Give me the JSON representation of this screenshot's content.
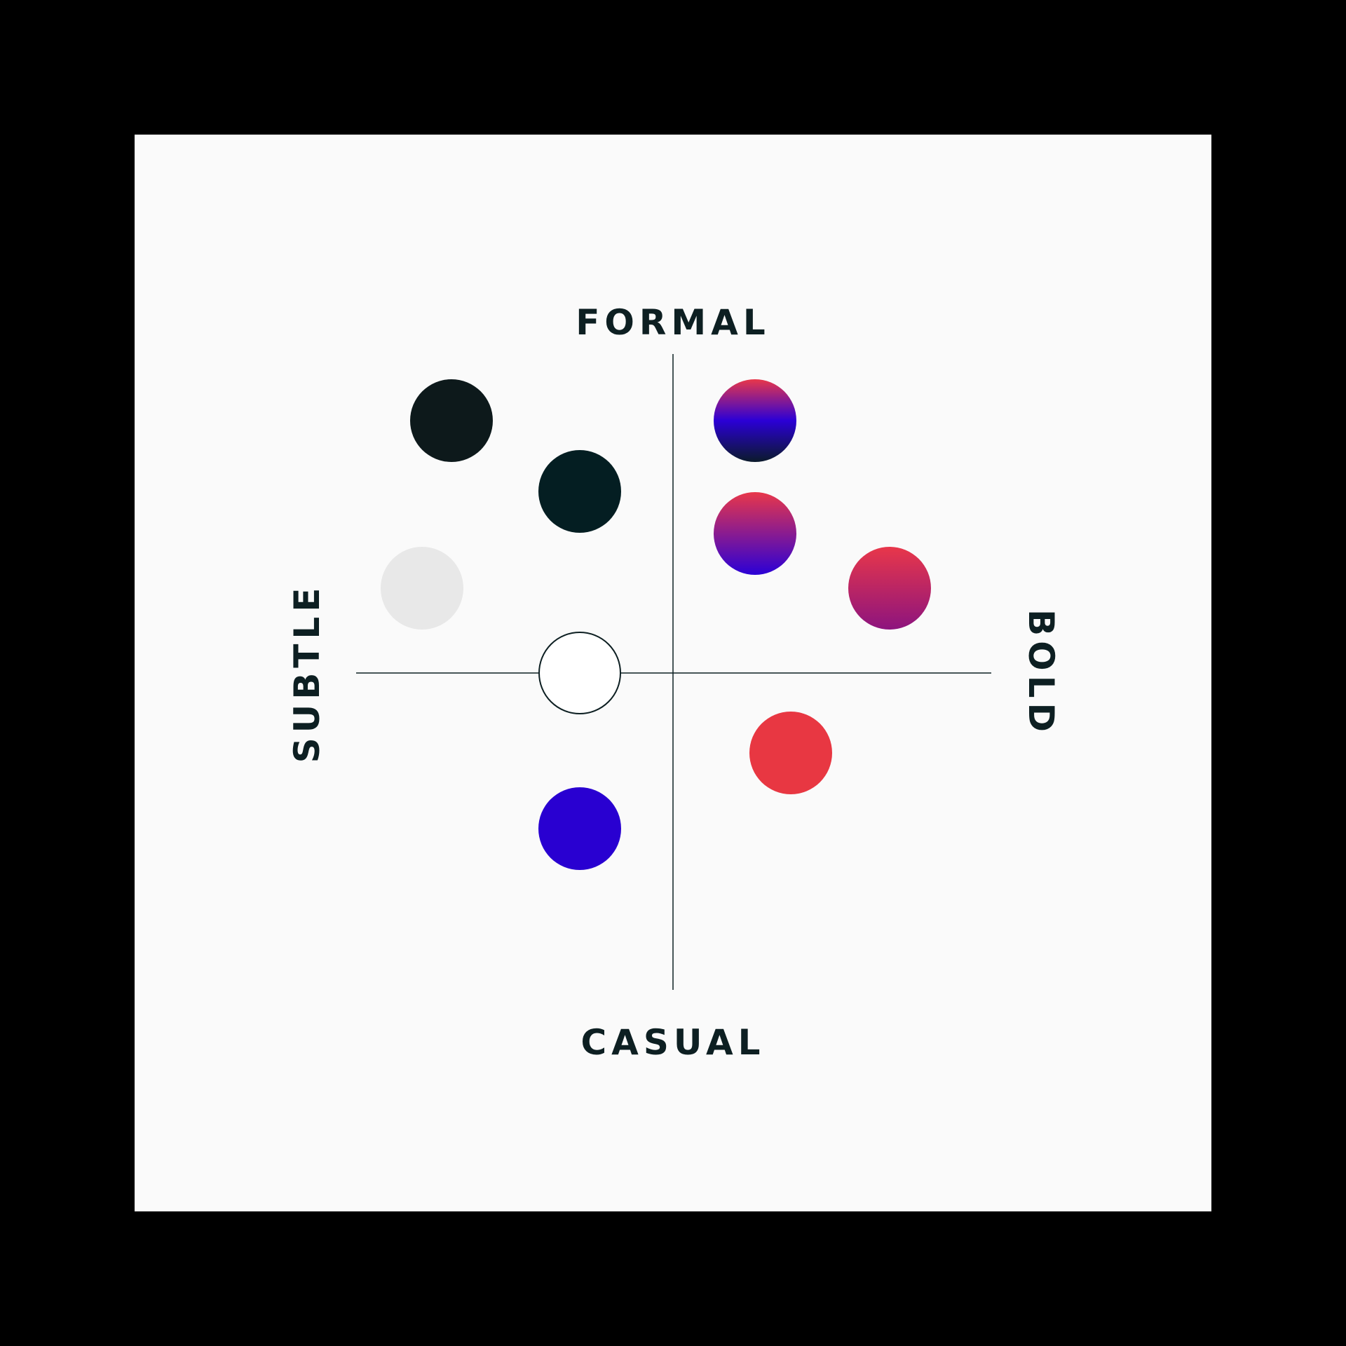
{
  "axes": {
    "top": "FORMAL",
    "bottom": "CASUAL",
    "left": "SUBTLE",
    "right": "BOLD"
  },
  "colors": {
    "page_background": "#000000",
    "canvas": "#fafafa",
    "axis_line": "#0d1f22",
    "label": "#0d1f22"
  },
  "swatches": [
    {
      "name": "black",
      "fill": [
        "#0d191b"
      ]
    },
    {
      "name": "dark-teal",
      "fill": [
        "#041e22"
      ]
    },
    {
      "name": "light-gray",
      "fill": [
        "#e8e8e8"
      ]
    },
    {
      "name": "outline-white",
      "fill": [
        "#ffffff"
      ],
      "outline": true
    },
    {
      "name": "blue",
      "fill": [
        "#2900d1"
      ]
    },
    {
      "name": "gradient-red-blue-dark",
      "fill": [
        "#e8374a",
        "#2b00d6",
        "#0b1a2b"
      ]
    },
    {
      "name": "gradient-red-blue",
      "fill": [
        "#e8374a",
        "#2b00d6"
      ]
    },
    {
      "name": "gradient-red-purple",
      "fill": [
        "#e8374a",
        "#8d147e"
      ]
    },
    {
      "name": "red",
      "fill": [
        "#e83742"
      ]
    }
  ]
}
